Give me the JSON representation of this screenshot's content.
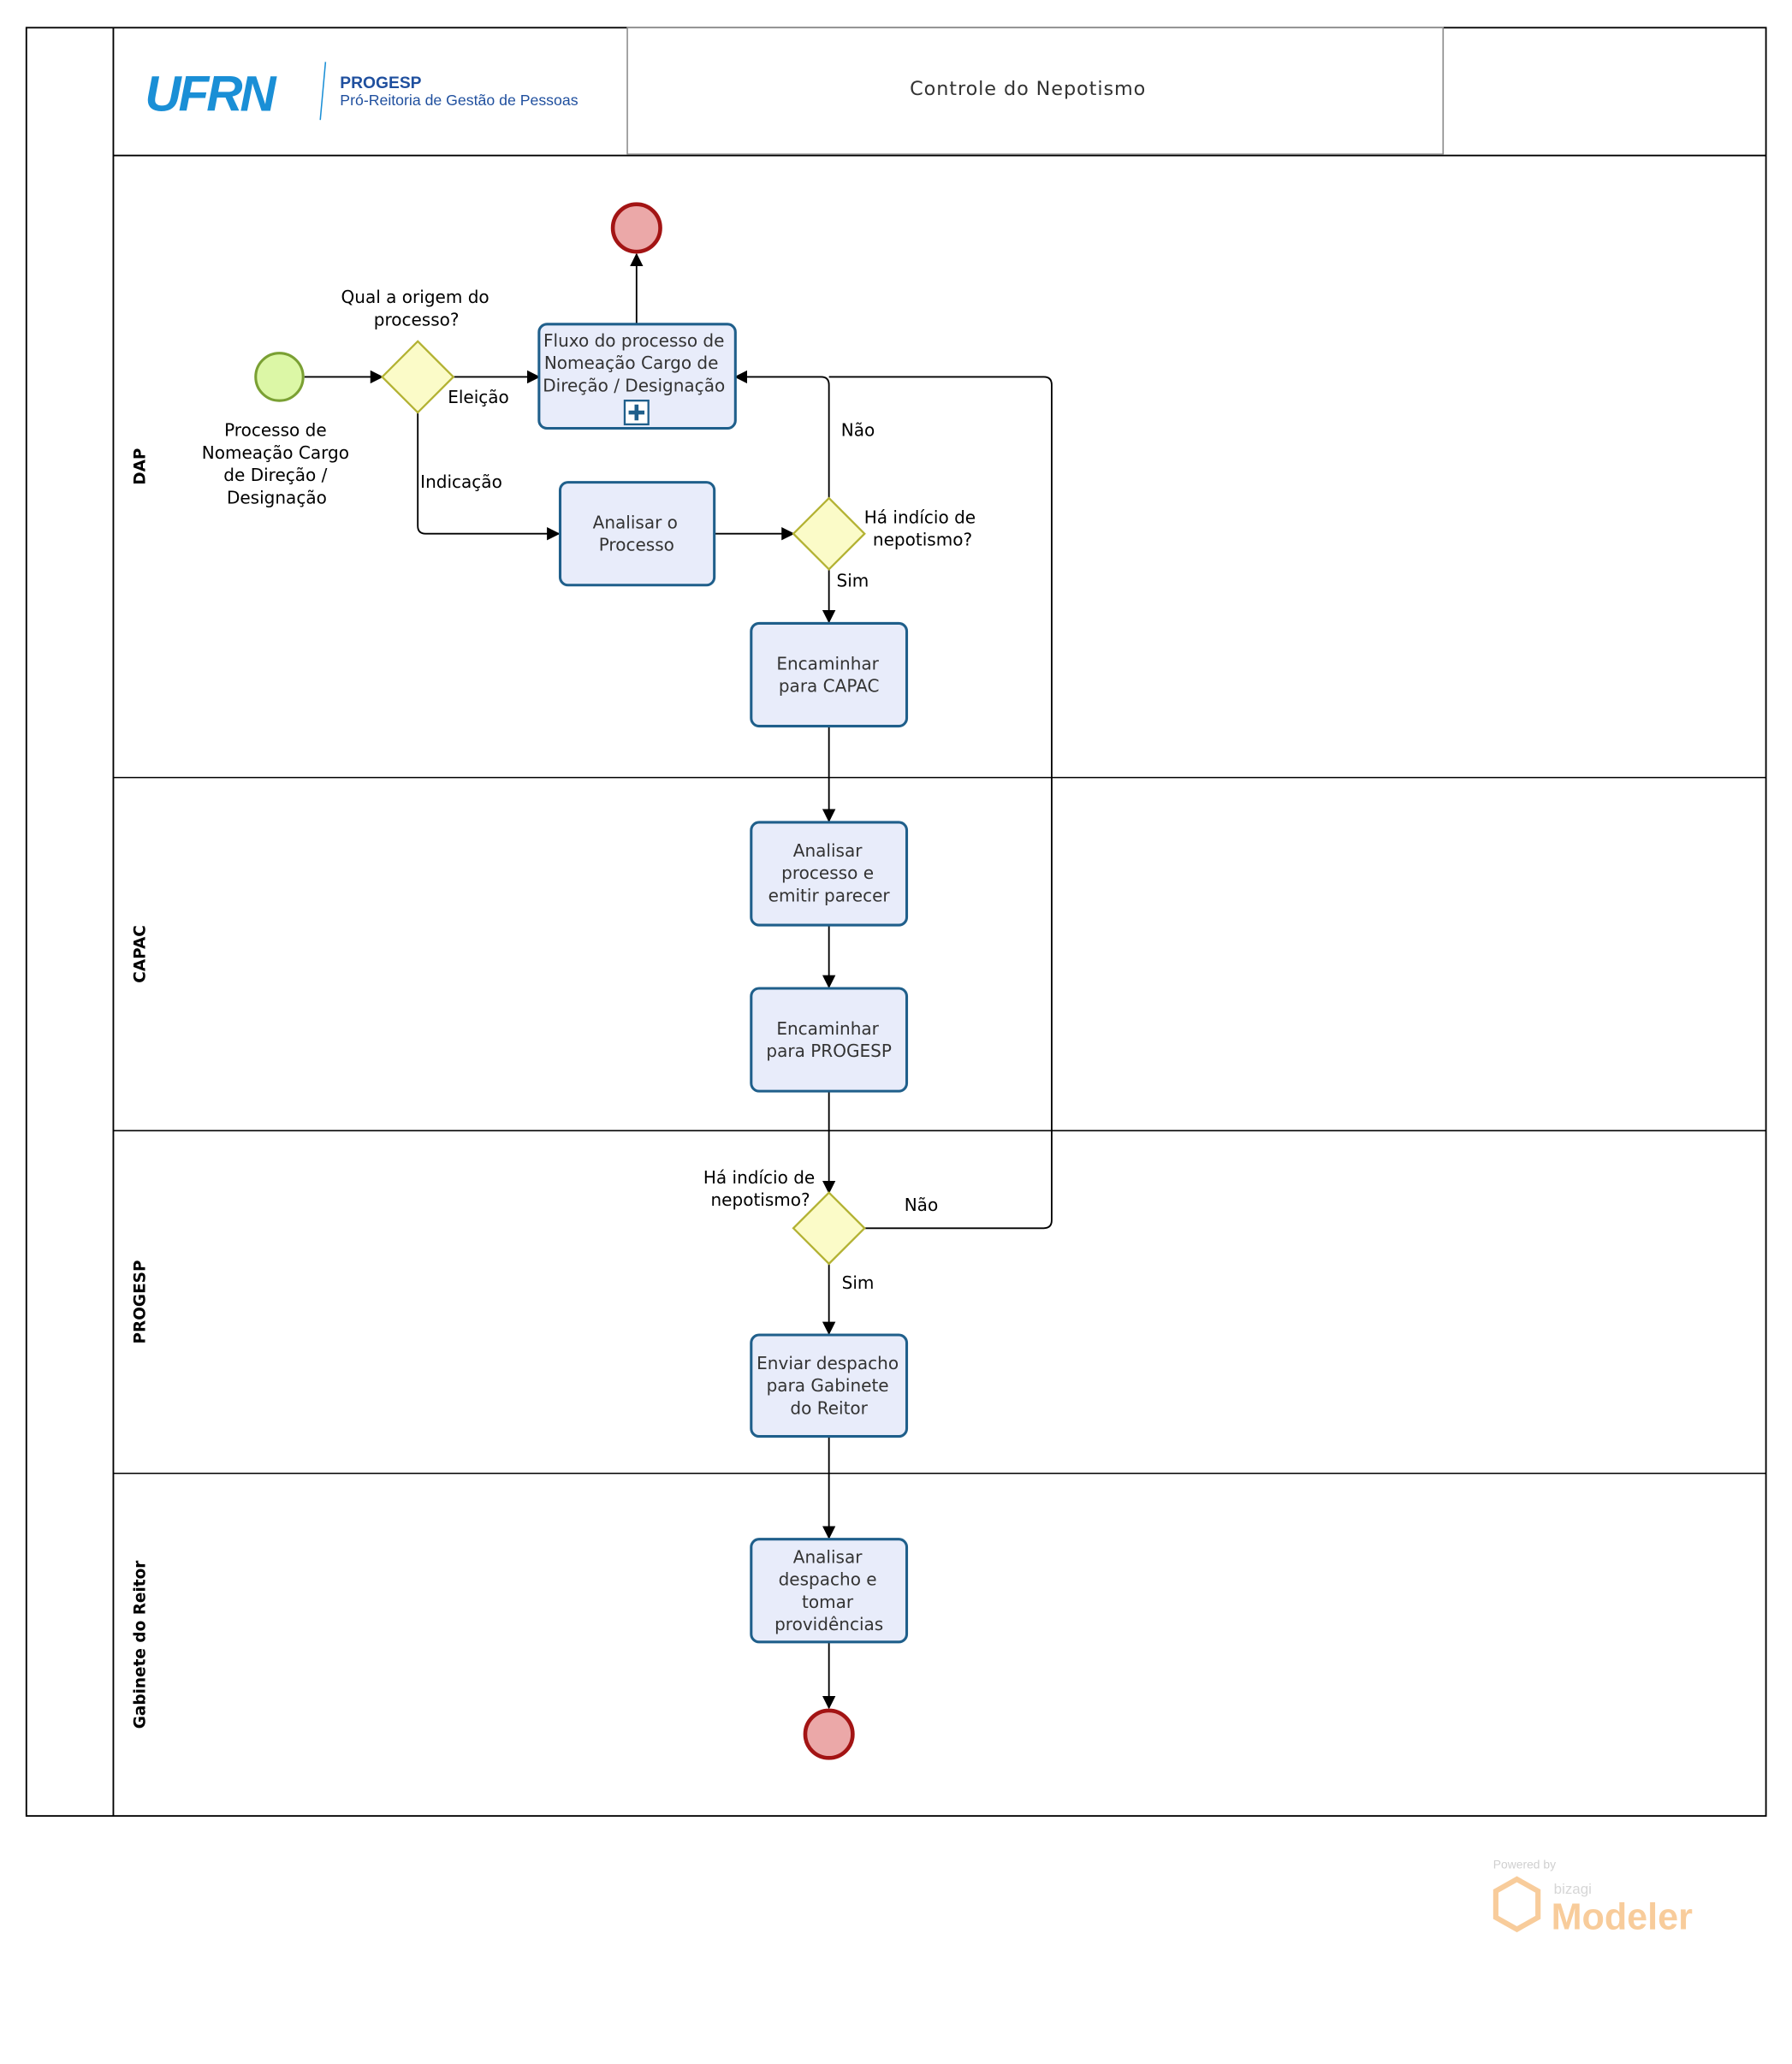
{
  "header": {
    "logo_text": "UFRN",
    "org_name": "PROGESP",
    "org_subtitle": "Pró-Reitoria de Gestão de Pessoas",
    "diagram_title": "Controle do Nepotismo"
  },
  "lanes": [
    {
      "id": "dap",
      "label": "DAP"
    },
    {
      "id": "capac",
      "label": "CAPAC"
    },
    {
      "id": "progesp",
      "label": "PROGESP"
    },
    {
      "id": "gabinete",
      "label": "Gabinete do Reitor"
    }
  ],
  "nodes": {
    "start": {
      "label_lines": [
        "Processo de",
        "Nomeação Cargo",
        "de Direção /",
        "Designação"
      ]
    },
    "gw_origin": {
      "label_lines": [
        "Qual a origem do",
        "processo?"
      ]
    },
    "sub_fluxo": {
      "label_lines": [
        "Fluxo do processo de",
        "Nomeação Cargo de",
        "Direção / Designação"
      ]
    },
    "task_analisar": {
      "label_lines": [
        "Analisar o",
        "Processo"
      ]
    },
    "gw_dap": {
      "label_lines": [
        "Há indício de",
        "nepotismo?"
      ]
    },
    "task_enc_capac": {
      "label_lines": [
        "Encaminhar",
        "para CAPAC"
      ]
    },
    "task_parecer": {
      "label_lines": [
        "Analisar",
        "processo e",
        "emitir parecer"
      ]
    },
    "task_enc_progesp": {
      "label_lines": [
        "Encaminhar",
        "para PROGESP"
      ]
    },
    "gw_progesp": {
      "label_lines": [
        "Há indício de",
        "nepotismo?"
      ]
    },
    "task_despacho": {
      "label_lines": [
        "Enviar despacho",
        "para Gabinete",
        "do Reitor"
      ]
    },
    "task_providencias": {
      "label_lines": [
        "Analisar",
        "despacho e",
        "tomar",
        "providências"
      ]
    }
  },
  "flow_labels": {
    "eleicao": "Eleição",
    "indicacao": "Indicação",
    "nao_dap": "Não",
    "sim_dap": "Sim",
    "nao_progesp": "Não",
    "sim_progesp": "Sim"
  },
  "footer": {
    "powered_by": "Powered by",
    "vendor": "bizagi",
    "product": "Modeler"
  },
  "colors": {
    "task_fill": "#e8ecfa",
    "task_stroke": "#1f5f8b",
    "start_fill": "#dcf7a6",
    "start_stroke": "#7aa033",
    "end_fill": "#eba8a8",
    "end_stroke": "#a31414",
    "gateway_fill": "#fbfbc8",
    "gateway_stroke": "#b3b233",
    "logo_blue": "#1a8fd6",
    "org_blue": "#1f4f9e",
    "footer_orange": "#f7c48a"
  }
}
